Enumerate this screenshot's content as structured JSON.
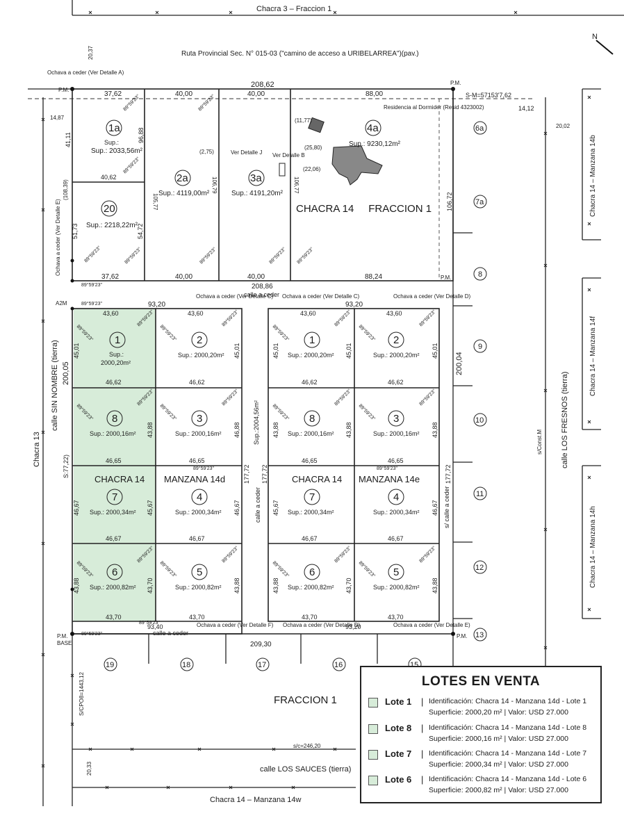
{
  "top_labels": {
    "fraccion_top": "Chacra 3 – Fraccion 1",
    "ruta": "Ruta Provincial Sec. N° 015-03 (\"camino de acceso a URIBELARREA\")(pav.)",
    "north": "N",
    "w_20_37": "20,37"
  },
  "upper_block": {
    "ochava_a": "Ochava a ceder (Ver Detalle A)",
    "pm": "P.M.",
    "top_total": "208,62",
    "d1": "37,62",
    "d2": "40,00",
    "d3": "40,00",
    "d4": "88,00",
    "sm": "S-M=57153'7,62",
    "d_14_12": "14,12",
    "d_14_87": "14,87",
    "d_20_02": "20,02",
    "residencia": "Residencia al Dormider (Resid 4323002)",
    "lot_1a": {
      "num": "1a",
      "sup": "Sup.: 2033,56m²"
    },
    "lot_20": {
      "num": "20",
      "sup": "Sup.: 2218,22m²"
    },
    "lot_2a": {
      "num": "2a",
      "sup": "Sup.: 4119,00m²"
    },
    "lot_3a": {
      "num": "3a",
      "sup": "Sup.: 4191,20m²"
    },
    "lot_4a": {
      "num": "4a",
      "sup": "Sup.: 9230,12m²"
    },
    "chacra_label": "CHACRA 14     FRACCION 1",
    "d_41_11": "41,11",
    "d_96_88": "96,88",
    "d_40_62": "40,62",
    "d_108_39": "(108,39)",
    "d_51_73": "51,73",
    "d_54_72": "54,72",
    "d_105_77": "105,77",
    "d_106_79": "106,79",
    "d_106_77": "106,77",
    "d_106_72": "106,72",
    "ver_j": "Ver Detalle J",
    "ver_b": "Ver Detalle B",
    "d_2_75": "(2,75)",
    "d_11_77": "(11,77)",
    "d_25_80": "(25,80)",
    "d_22_06": "(22,06)",
    "bot_37_62": "37,62",
    "bot_40_a": "40,00",
    "bot_40_b": "40,00",
    "bot_88_24": "88,24",
    "bot_total": "208,86",
    "ochava_e": "Ochava a ceder (Ver Detalle E)",
    "pm_right": "P.M.",
    "pm_mid": "P.M."
  },
  "calle_ceder_top": "calle a ceder",
  "manzana_d": {
    "title_left": "CHACRA 14",
    "title_right": "MANZANA 14d",
    "top_total": "93,20",
    "ochava_c": "Ochava a ceder (Ver Detalle C)",
    "bottom_total": "93,40",
    "ochava_f": "Ochava a ceder (Ver Detalle F)",
    "left_total": "200,05",
    "left_total2": "S:77,22)",
    "right_total": "177,72",
    "lots": [
      {
        "num": "1",
        "sup": "Sup.: 2000,20m²"
      },
      {
        "num": "2",
        "sup": "Sup.: 2000,20m²"
      },
      {
        "num": "8",
        "sup": "Sup.: 2000,16m²"
      },
      {
        "num": "3",
        "sup": "Sup.: 2000,16m²"
      },
      {
        "num": "7",
        "sup": "Sup.: 2000,34m²"
      },
      {
        "num": "4",
        "sup": "Sup.: 2000,34m²"
      },
      {
        "num": "6",
        "sup": "Sup.: 2000,82m²"
      },
      {
        "num": "5",
        "sup": "Sup.: 2000,82m²"
      }
    ],
    "dims": {
      "r1_top_l": "43,60",
      "r1_top_r": "43,60",
      "r1_bot_l": "46,62",
      "r1_bot_r": "46,62",
      "r2_bot_l": "46,65",
      "r2_bot_r": "46,65",
      "r3_bot_l": "46,67",
      "r3_bot_r": "46,67",
      "r4_bot_l": "43,70",
      "r4_bot_r": "43,70",
      "v1": "45,01",
      "v2": "43,88",
      "v3": "45,67",
      "v4": "43,70",
      "v4b": "43,88",
      "v2b": "46,88",
      "v3b": "46,67"
    }
  },
  "manzana_e": {
    "title_left": "CHACRA 14",
    "title_right": "MANZANA 14e",
    "top_total": "93,20",
    "ochava_c": "Ochava a ceder (Ver Detalle C)",
    "ochava_d": "Ochava a ceder (Ver Detalle D)",
    "bottom_total": "93,20",
    "ochava_d2": "Ochava a ceder (Ver Detalle D)",
    "ochava_e2": "Ochava a ceder (Ver Detalle E)",
    "right_total": "200,04",
    "right_total2": "177,72",
    "left_total": "177,72",
    "sup_calle": "Sup.:2004,56m²",
    "lots": [
      {
        "num": "1",
        "sup": "Sup.: 2000,20m²"
      },
      {
        "num": "2",
        "sup": "Sup.: 2000,20m²"
      },
      {
        "num": "8",
        "sup": "Sup.: 2000,16m²"
      },
      {
        "num": "3",
        "sup": "Sup.: 2000,16m²"
      },
      {
        "num": "7",
        "sup": "Sup.: 2000,34m²"
      },
      {
        "num": "4",
        "sup": "Sup.: 2000,34m²"
      },
      {
        "num": "6",
        "sup": "Sup.: 2000,82m²"
      },
      {
        "num": "5",
        "sup": "Sup.: 2000,82m²"
      }
    ],
    "dims": {
      "r1_top_l": "43,60",
      "r1_top_r": "43,60",
      "r1_bot_l": "46,62",
      "r1_bot_r": "46,62",
      "r2_bot_l": "46,65",
      "r2_bot_r": "46,65",
      "r3_bot_l": "46,67",
      "r3_bot_r": "46,67",
      "r4_bot_l": "43,70",
      "r4_bot_r": "43,70",
      "v1": "45,01",
      "v2": "43,88",
      "v3": "45,67",
      "v4": "43,88",
      "v4b": "43,70",
      "v2b": "43,88",
      "v3b": "46,67"
    }
  },
  "streets": {
    "calle_sin_nombre": "calle SIN NOMBRE (tierra)",
    "chacra13": "Chacra 13",
    "calle_ceder_mid": "calle a ceder",
    "calle_ceder_right": "s/ calle a ceder",
    "calle_los_fresnos": "calle LOS FRESNOS (tierra)",
    "calle_ceder_bottom": "calle a ceder",
    "calle_los_sauces": "calle LOS SAUCES (tierra)",
    "chacra14w": "Chacra 14 – Manzana 14w",
    "chacra14b": "Chacra 14 – Manzana 14b",
    "chacra14f": "Chacra 14 – Manzana 14f",
    "chacra14h": "Chacra 14 – Manzana 14h",
    "a2m": "A2M",
    "base": "BASE",
    "pm_bl": "P.M.",
    "pm_br": "P.M.",
    "s_const": "s/Const.M",
    "sc_246": "s/c=246,20",
    "d_209_30": "209,30",
    "s_cp": "S/CPO8=1443,12",
    "d_20_33": "20,33"
  },
  "right_lots": [
    "6a",
    "7a",
    "8",
    "9",
    "10",
    "11",
    "12",
    "13"
  ],
  "bottom_lots": [
    "19",
    "18",
    "17",
    "16",
    "15"
  ],
  "fraccion_bottom": "FRACCION 1",
  "bearing": "89°59'23\"",
  "legend": {
    "title": "LOTES EN VENTA",
    "items": [
      {
        "name": "Lote 1",
        "line1": "Identificación:  Chacra 14 - Manzana 14d - Lote 1",
        "line2": "Superficie: 2000,20 m²  |  Valor: USD 27.000"
      },
      {
        "name": "Lote 8",
        "line1": "Identificación:  Chacra 14 - Manzana 14d - Lote 8",
        "line2": "Superficie: 2000,16 m²  |  Valor: USD 27.000"
      },
      {
        "name": "Lote 7",
        "line1": "Identificación:  Chacra 14 - Manzana 14d - Lote 7",
        "line2": "Superficie: 2000,34 m²  |  Valor: USD 27.000"
      },
      {
        "name": "Lote 6",
        "line1": "Identificación:  Chacra 14 - Manzana 14d - Lote 6",
        "line2": "Superficie: 2000,82 m²  |  Valor: USD 27.000"
      }
    ],
    "separator": "|",
    "highlight_color": "#d7ecd9"
  }
}
